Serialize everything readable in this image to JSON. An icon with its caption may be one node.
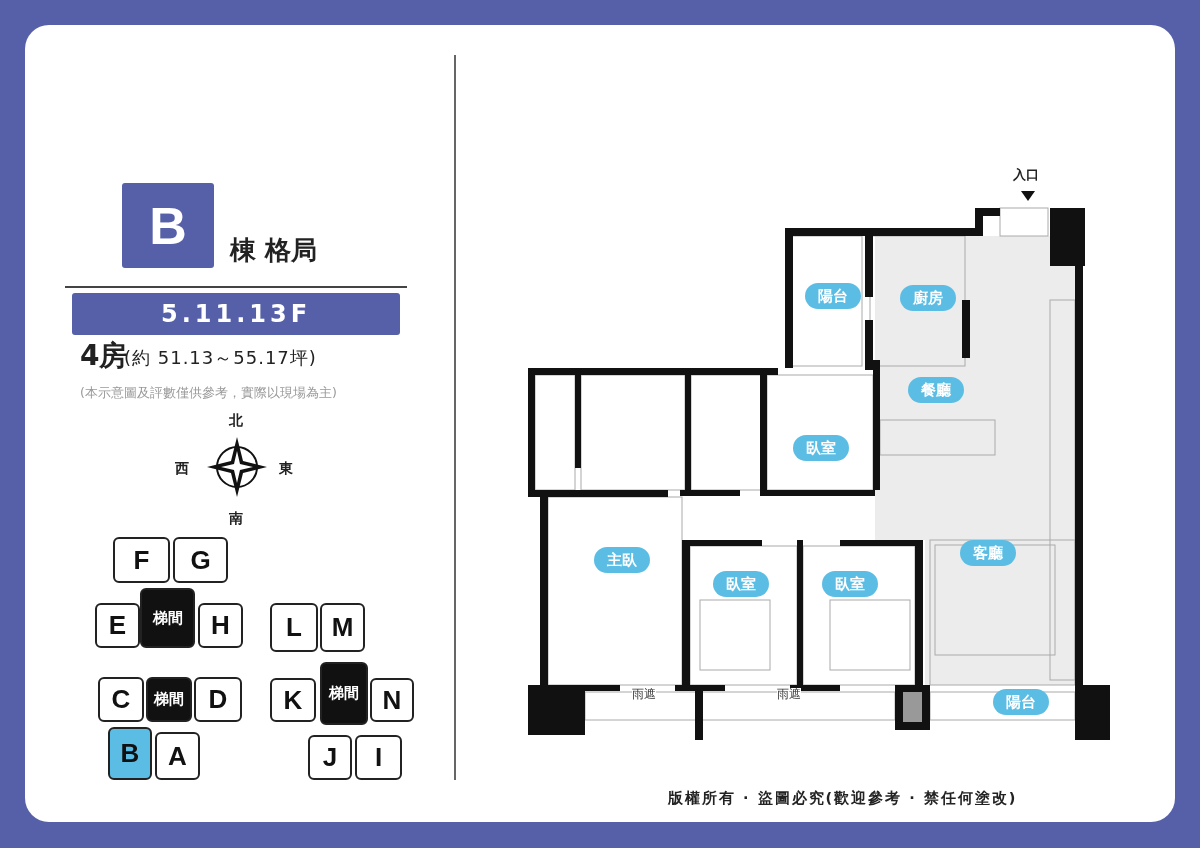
{
  "diagram": {
    "nodes": [
      {
        "text": [
          "B"
        ]
      },
      {
        "text": [
          "5.11.13F"
        ]
      },
      {
        "text": [
          "陽台"
        ]
      },
      {
        "text": [
          "廚房"
        ]
      },
      {
        "text": [
          "餐廳"
        ]
      },
      {
        "text": [
          "臥室"
        ]
      },
      {
        "text": [
          "主臥"
        ]
      },
      {
        "text": [
          "臥室"
        ]
      },
      {
        "text": [
          "臥室"
        ]
      },
      {
        "text": [
          "客廳"
        ]
      },
      {
        "text": [
          "陽台"
        ]
      },
      {
        "text": [
          "F"
        ]
      },
      {
        "text": [
          "G"
        ]
      },
      {
        "text": [
          "梯間"
        ]
      },
      {
        "text": [
          "E"
        ]
      },
      {
        "text": [
          "H"
        ]
      },
      {
        "text": [
          "L"
        ]
      },
      {
        "text": [
          "M"
        ]
      },
      {
        "text": [
          "C"
        ]
      },
      {
        "text": [
          "梯間"
        ]
      },
      {
        "text": [
          "D"
        ]
      },
      {
        "text": [
          "K"
        ]
      },
      {
        "text": [
          "梯間"
        ]
      },
      {
        "text": [
          "N"
        ]
      },
      {
        "text": [
          "B"
        ]
      },
      {
        "text": [
          "A"
        ]
      },
      {
        "text": [
          "J"
        ]
      },
      {
        "text": [
          "I"
        ]
      }
    ],
    "labels": [
      "棟 格局",
      "4房",
      "(約 51.13～55.17坪)",
      "(本示意圖及評數僅供參考，實際以現場為主)",
      "北",
      "西",
      "東",
      "南",
      "入口",
      "雨遮",
      "雨遮",
      "版權所有 · 盜圖必究(歡迎參考 · 禁任何塗改)"
    ]
  }
}
